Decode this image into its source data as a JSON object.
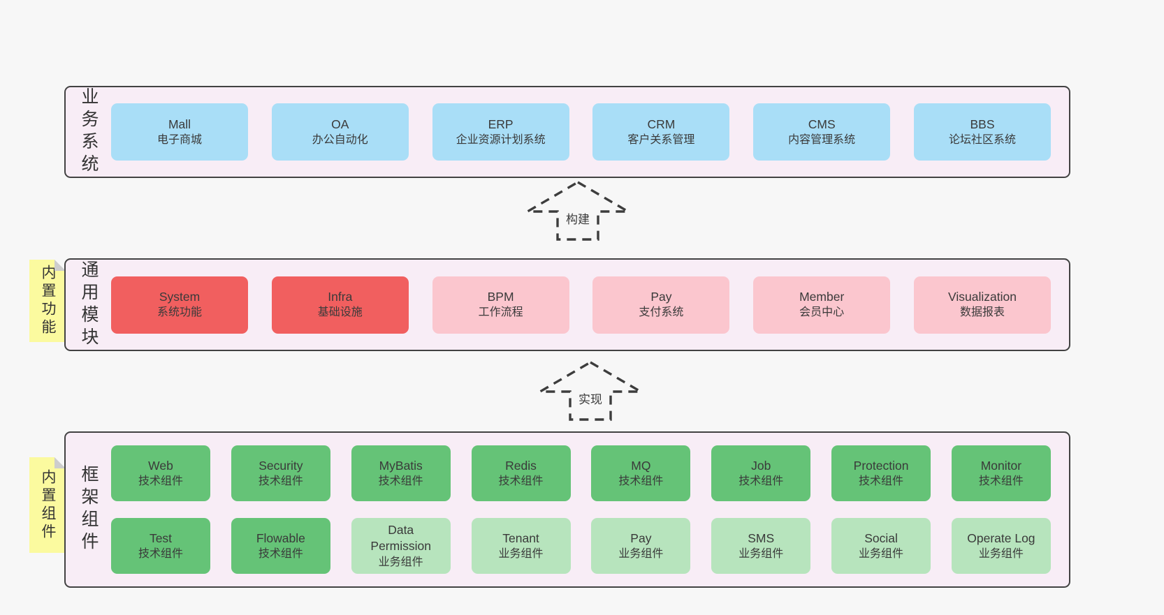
{
  "page": {
    "background": "#f7f7f7"
  },
  "colors": {
    "container_bg": "#f8edf6",
    "container_border": "#424242",
    "blue_box": "#a9def7",
    "red_box": "#f15f5f",
    "pink_box": "#fbc6ce",
    "green_box": "#65c377",
    "light_green_box": "#b7e4bd",
    "note_yellow": "#fbfa9f",
    "note_fold": "#cdcdcd",
    "arrow_dash": "#3d3d3d",
    "text": "#3a3a3a"
  },
  "arrows": [
    {
      "label": "构建"
    },
    {
      "label": "实现"
    }
  ],
  "tiers": [
    {
      "label": "业务系统",
      "boxes": [
        {
          "title": "Mall",
          "subtitle": "电子商城"
        },
        {
          "title": "OA",
          "subtitle": "办公自动化"
        },
        {
          "title": "ERP",
          "subtitle": "企业资源计划系统"
        },
        {
          "title": "CRM",
          "subtitle": "客户关系管理"
        },
        {
          "title": "CMS",
          "subtitle": "内容管理系统"
        },
        {
          "title": "BBS",
          "subtitle": "论坛社区系统"
        }
      ]
    },
    {
      "label": "通用模块",
      "note": "内置功能",
      "boxes": [
        {
          "title": "System",
          "subtitle": "系统功能"
        },
        {
          "title": "Infra",
          "subtitle": "基础设施"
        },
        {
          "title": "BPM",
          "subtitle": "工作流程"
        },
        {
          "title": "Pay",
          "subtitle": "支付系统"
        },
        {
          "title": "Member",
          "subtitle": "会员中心"
        },
        {
          "title": "Visualization",
          "subtitle": "数据报表"
        }
      ]
    },
    {
      "label": "框架组件",
      "note": "内置组件",
      "rows": [
        [
          {
            "title": "Web",
            "subtitle": "技术组件"
          },
          {
            "title": "Security",
            "subtitle": "技术组件"
          },
          {
            "title": "MyBatis",
            "subtitle": "技术组件"
          },
          {
            "title": "Redis",
            "subtitle": "技术组件"
          },
          {
            "title": "MQ",
            "subtitle": "技术组件"
          },
          {
            "title": "Job",
            "subtitle": "技术组件"
          },
          {
            "title": "Protection",
            "subtitle": "技术组件"
          },
          {
            "title": "Monitor",
            "subtitle": "技术组件"
          }
        ],
        [
          {
            "title": "Test",
            "subtitle": "技术组件"
          },
          {
            "title": "Flowable",
            "subtitle": "技术组件"
          },
          {
            "title": "Data Permission",
            "subtitle": "业务组件"
          },
          {
            "title": "Tenant",
            "subtitle": "业务组件"
          },
          {
            "title": "Pay",
            "subtitle": "业务组件"
          },
          {
            "title": "SMS",
            "subtitle": "业务组件"
          },
          {
            "title": "Social",
            "subtitle": "业务组件"
          },
          {
            "title": "Operate Log",
            "subtitle": "业务组件"
          }
        ]
      ]
    }
  ]
}
